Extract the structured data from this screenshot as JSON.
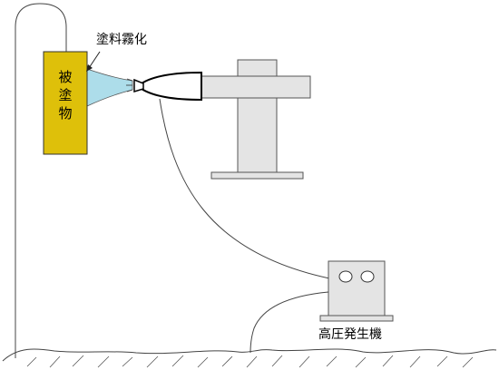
{
  "labels": {
    "workpiece": [
      "被",
      "塗",
      "物"
    ],
    "spray": "塗料霧化",
    "generator": "高圧発生機"
  },
  "colors": {
    "workpiece_fill": "#DEC00A",
    "spray_mist": "#ADDDEA",
    "machine_gray": "#E4E4E4",
    "line": "#444444"
  }
}
